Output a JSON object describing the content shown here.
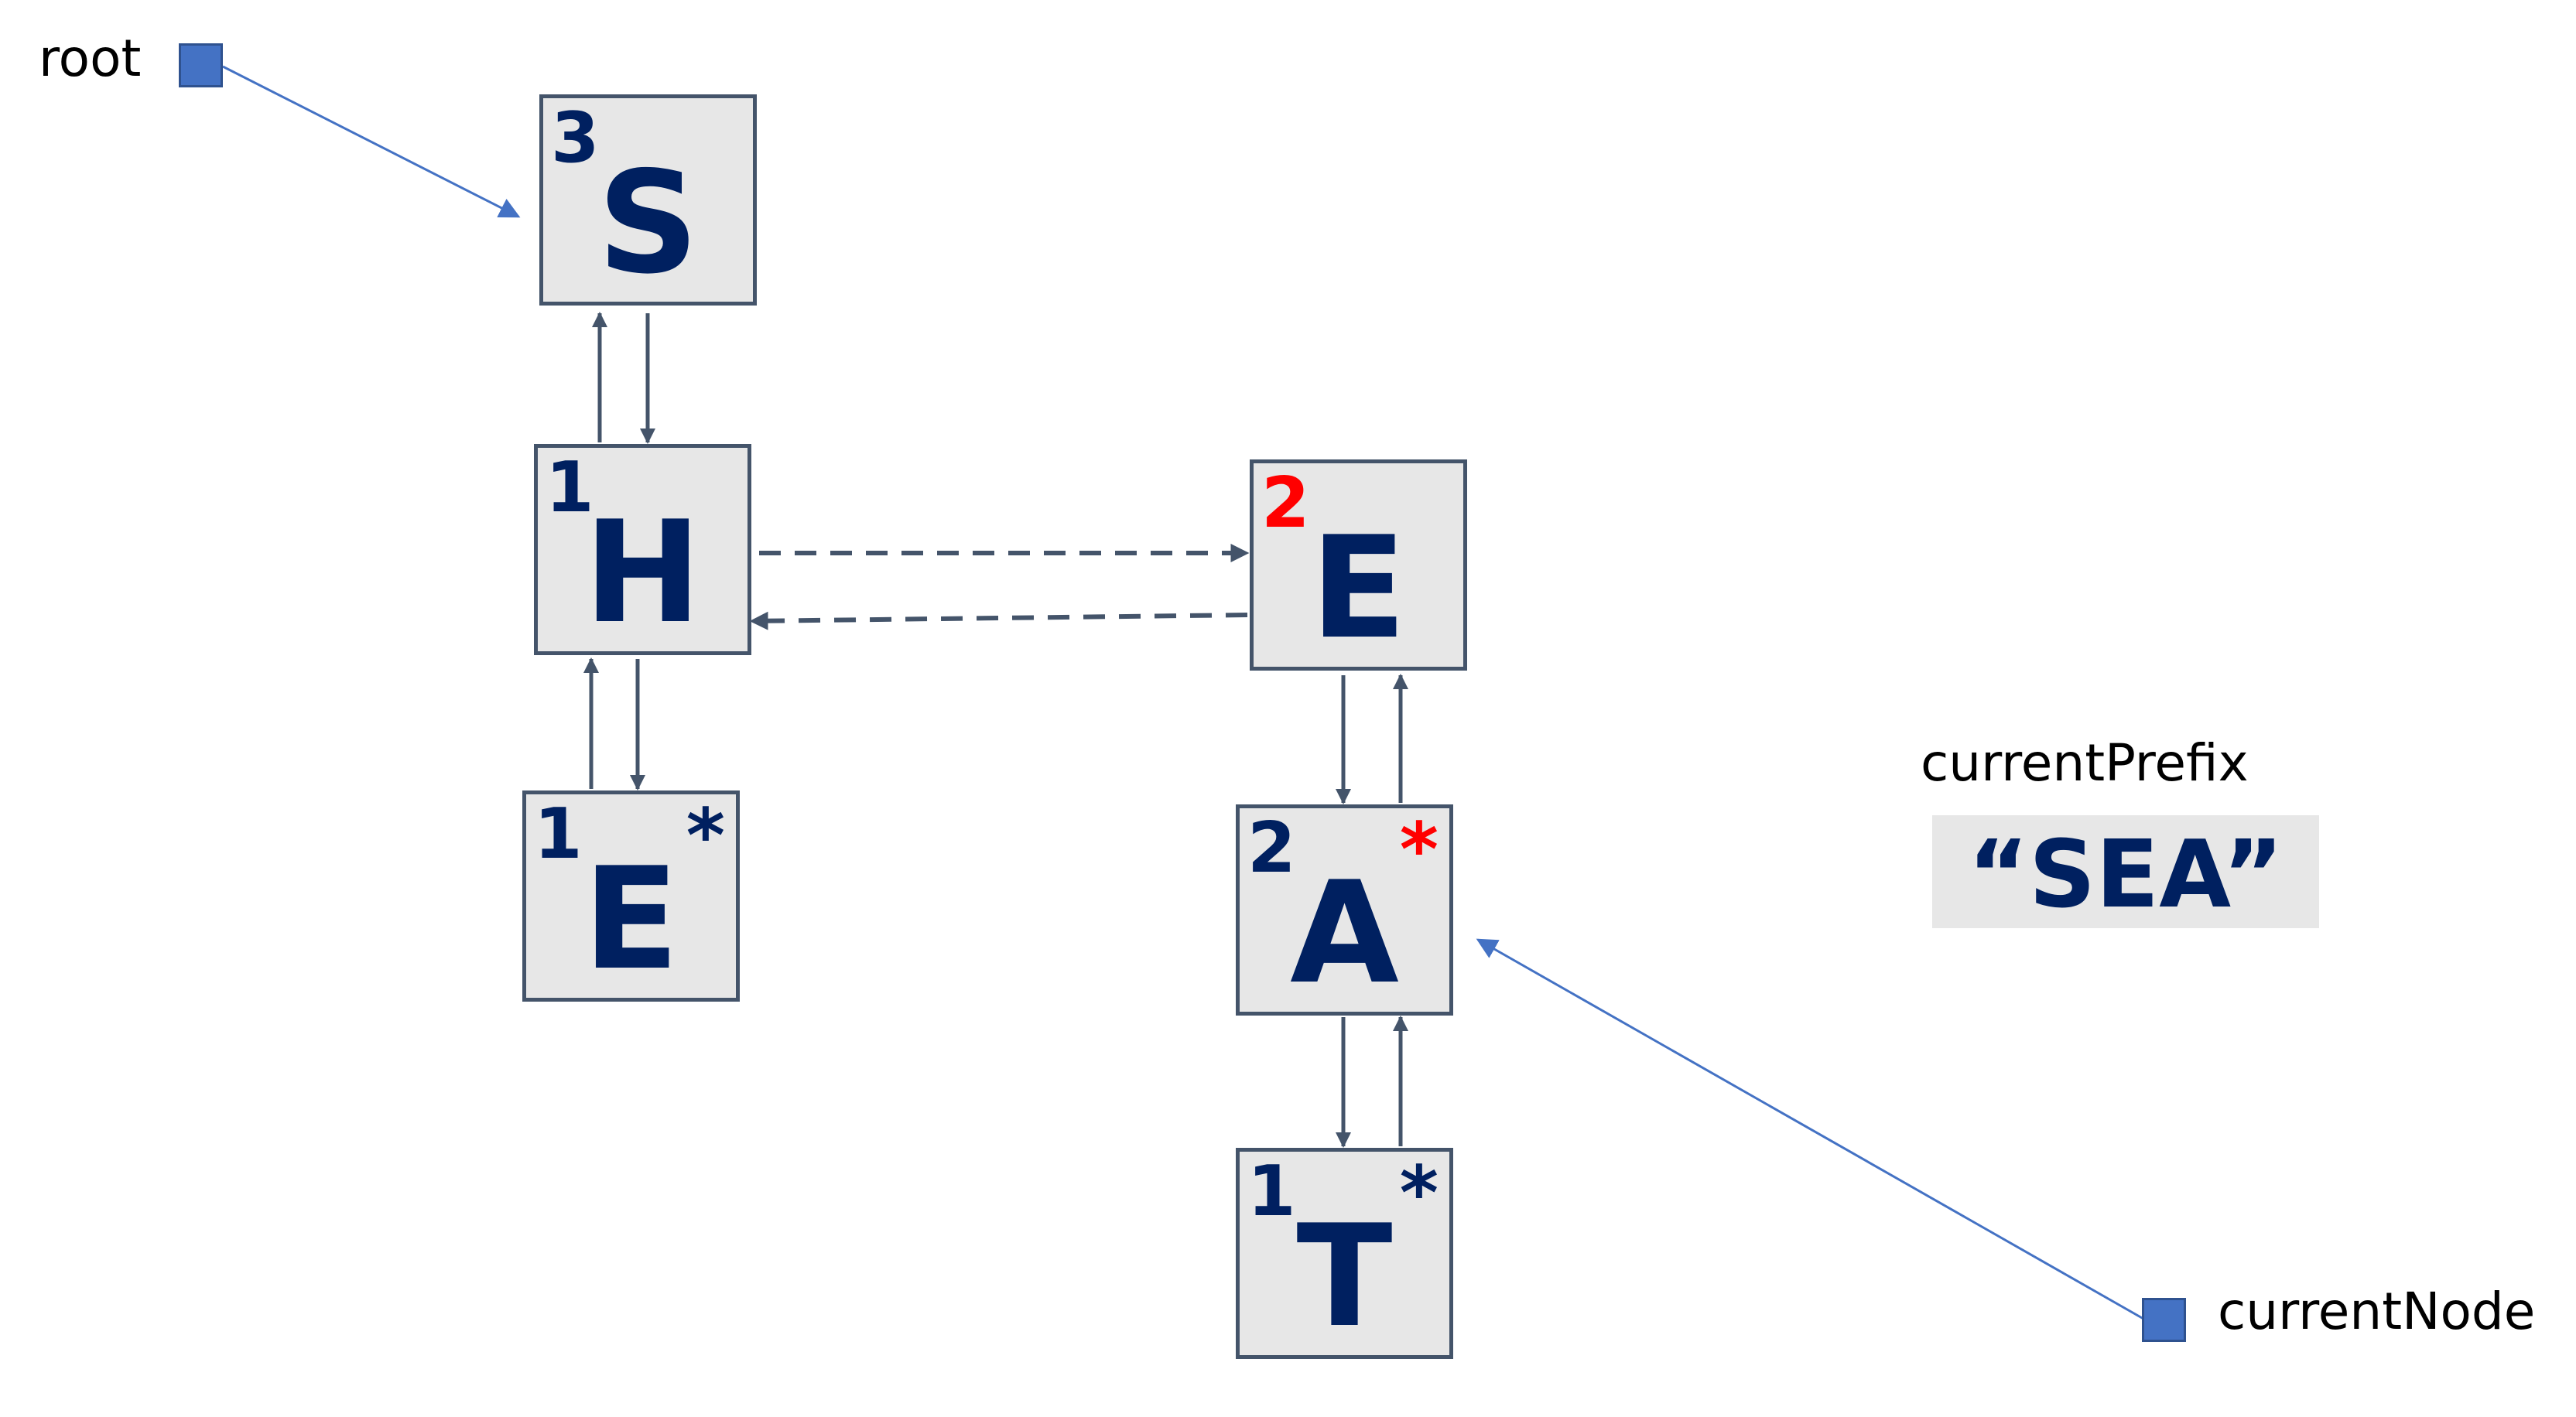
{
  "colors": {
    "node_fill": "#e7e7e7",
    "node_border": "#44546a",
    "node_text": "#002060",
    "highlight": "#ff0000",
    "pointer_fill": "#4472c4",
    "pointer_line": "#4472c4"
  },
  "nodes": {
    "s": {
      "char": "S",
      "count": "3",
      "star": ""
    },
    "h": {
      "char": "H",
      "count": "1",
      "star": ""
    },
    "e1": {
      "char": "E",
      "count": "1",
      "star": "*"
    },
    "e2": {
      "char": "E",
      "count": "2",
      "star": ""
    },
    "a": {
      "char": "A",
      "count": "2",
      "star": "*"
    },
    "t": {
      "char": "T",
      "count": "1",
      "star": "*"
    }
  },
  "pointers": {
    "root": {
      "label": "root"
    },
    "current_node": {
      "label": "currentNode"
    }
  },
  "current_prefix": {
    "label": "currentPrefix",
    "value": "“SEA”"
  }
}
